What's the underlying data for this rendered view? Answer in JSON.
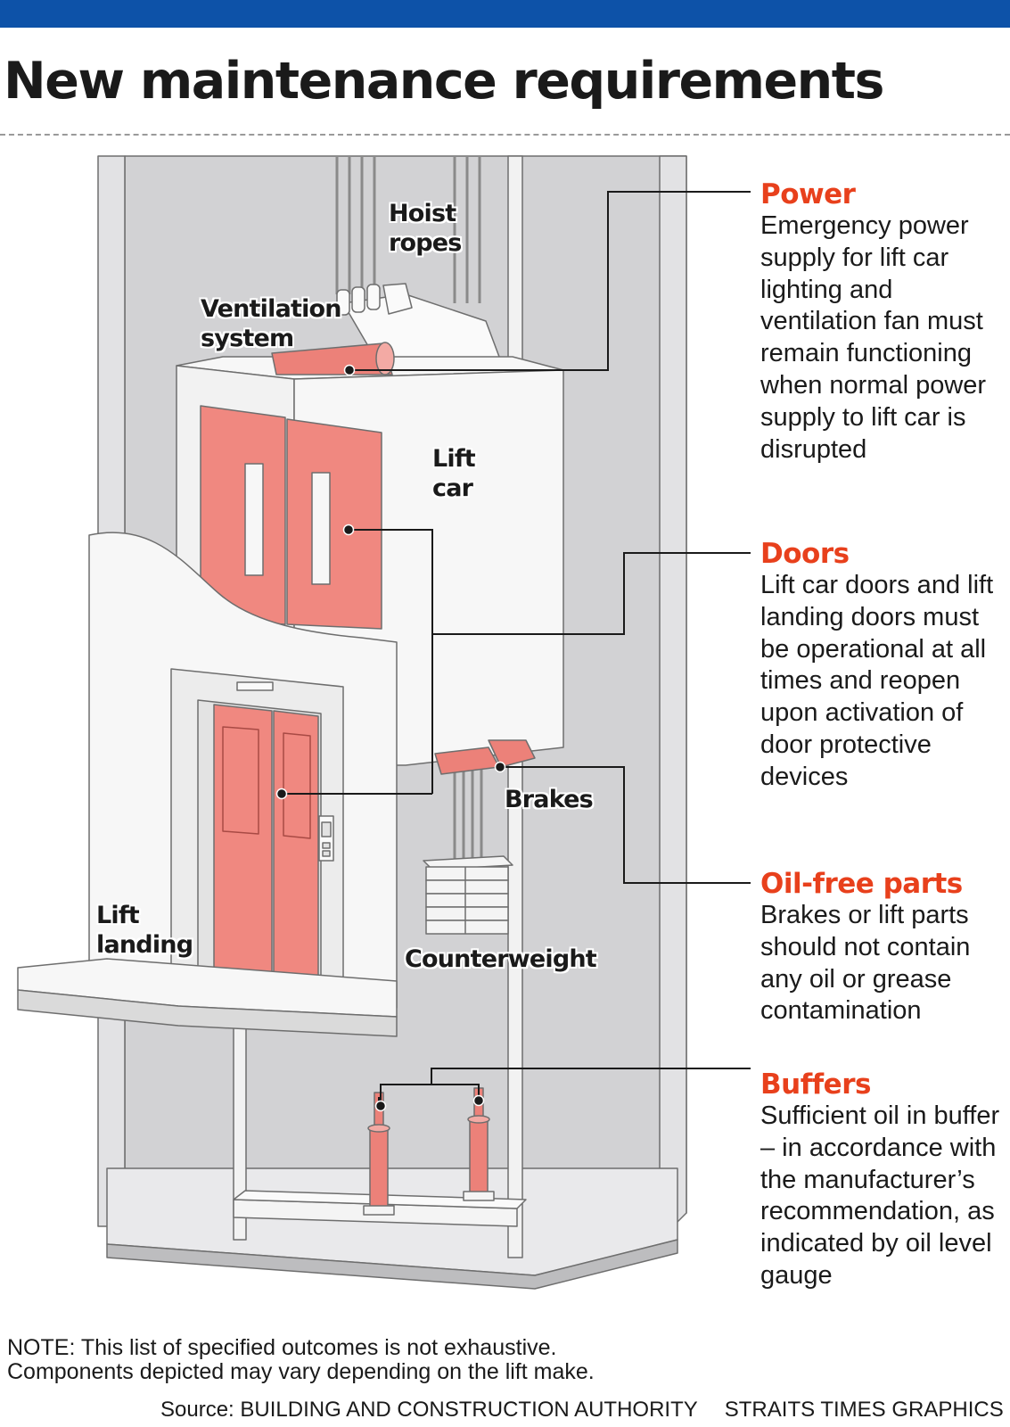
{
  "header": {
    "title": "New maintenance requirements"
  },
  "labels": {
    "hoist_ropes": "Hoist\nropes",
    "ventilation_system": "Ventilation\nsystem",
    "lift_car": "Lift\ncar",
    "brakes": "Brakes",
    "counterweight": "Counterweight",
    "lift_landing": "Lift\nlanding"
  },
  "callouts": [
    {
      "title": "Power",
      "text": "Emergency power supply for lift car lighting and ventilation fan must remain functioning when normal power supply to lift car is disrupted"
    },
    {
      "title": "Doors",
      "text": "Lift car doors and lift landing doors must be operational at all times and reopen upon activation of door protective devices"
    },
    {
      "title": "Oil-free parts",
      "text": "Brakes or lift parts should not contain any oil or grease contamination"
    },
    {
      "title": "Buffers",
      "text": "Sufficient oil in buffer – in accordance with the manufacturer’s recommendation, as indicated by oil level gauge"
    }
  ],
  "note": "NOTE: This list of specified outcomes is not exhaustive.\nComponents depicted may vary depending on the lift make.",
  "footer": {
    "source": "Source: BUILDING AND CONSTRUCTION AUTHORITY",
    "credit": "STRAITS TIMES GRAPHICS"
  },
  "colors": {
    "accent": "#e8401c",
    "door_red": "#f08880",
    "top_bar": "#0d52a8",
    "shaft_grey": "#cfcfd1"
  }
}
